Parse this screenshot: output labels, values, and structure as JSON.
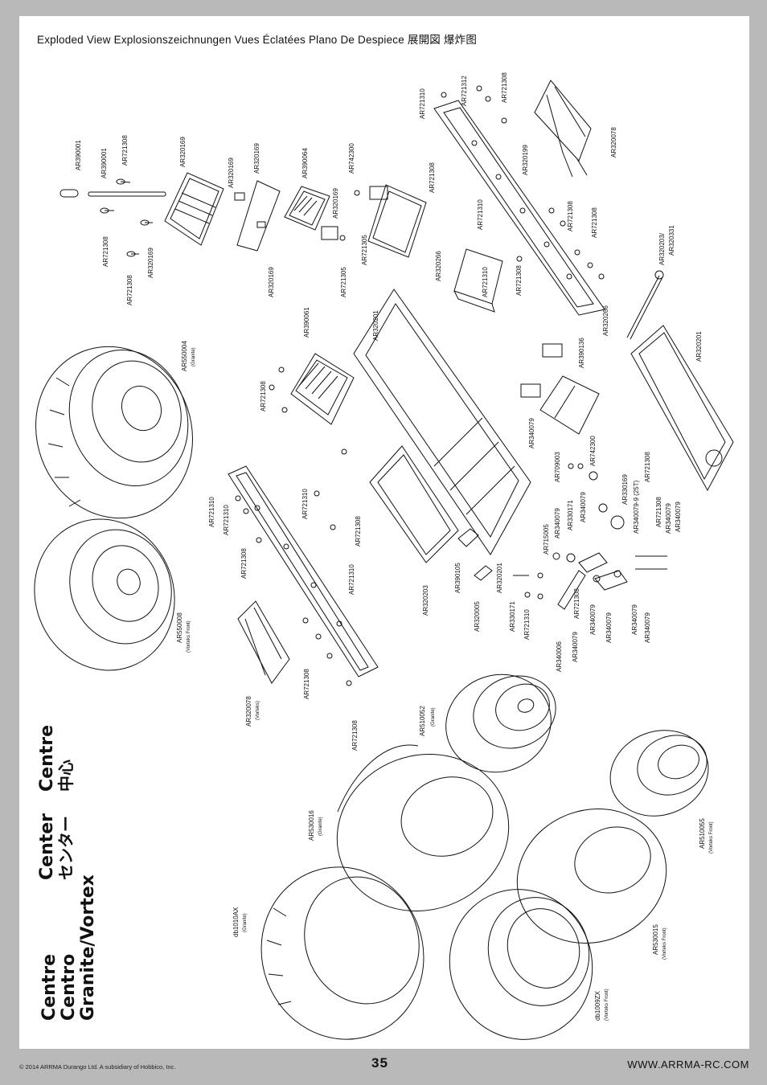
{
  "header": {
    "title": "Exploded View  Explosionszeichnungen  Vues Éclatées  Plano De Despiece  展開図  爆炸图"
  },
  "section": {
    "lines": [
      "Centre",
      "Centro",
      "Granite/Vortex",
      "Center",
      "センター",
      "Centre",
      "中心"
    ]
  },
  "parts": [
    {
      "id": "p1",
      "label": "AR390001"
    },
    {
      "id": "p2",
      "label": "AR390001"
    },
    {
      "id": "p3",
      "label": "AR721308"
    },
    {
      "id": "p4",
      "label": "AR320169"
    },
    {
      "id": "p5",
      "label": "AR320169"
    },
    {
      "id": "p6",
      "label": "AR320169"
    },
    {
      "id": "p7",
      "label": "AR390064"
    },
    {
      "id": "p8",
      "label": "AR320169"
    },
    {
      "id": "p9",
      "label": "AR742300"
    },
    {
      "id": "p10",
      "label": "AR320169"
    },
    {
      "id": "p11",
      "label": "AR721310"
    },
    {
      "id": "p12",
      "label": "AR721312"
    },
    {
      "id": "p13",
      "label": "AR721308"
    },
    {
      "id": "p14",
      "label": "AR320078"
    },
    {
      "id": "p15",
      "label": "AR320199"
    },
    {
      "id": "p16",
      "label": "AR721308"
    },
    {
      "id": "p17",
      "label": "AR721308"
    },
    {
      "id": "p18",
      "label": "AR721308"
    },
    {
      "id": "p19",
      "label": "AR721308"
    },
    {
      "id": "p20",
      "label": "AR320169"
    },
    {
      "id": "p21",
      "label": "AR721305"
    },
    {
      "id": "p22",
      "label": "AR721305"
    },
    {
      "id": "p23",
      "label": "AR320266"
    },
    {
      "id": "p24",
      "label": "AR721310"
    },
    {
      "id": "p25",
      "label": "AR721308"
    },
    {
      "id": "p26",
      "label": "AR721308"
    },
    {
      "id": "p27",
      "label": "AR721310"
    },
    {
      "id": "p28",
      "label": "AR320203/"
    },
    {
      "id": "p29",
      "label": "AR320331"
    },
    {
      "id": "p30",
      "label": "AR550004"
    },
    {
      "id": "p31",
      "label": "AR320201"
    },
    {
      "id": "p32",
      "label": "AR390061"
    },
    {
      "id": "p33",
      "label": "AR390136"
    },
    {
      "id": "p34",
      "label": "AR320266"
    },
    {
      "id": "p35",
      "label": "AR320201"
    },
    {
      "id": "p36",
      "label": "AR721308"
    },
    {
      "id": "p37",
      "label": "AR340079"
    },
    {
      "id": "p38",
      "label": "AR709003"
    },
    {
      "id": "p39",
      "label": "AR742300"
    },
    {
      "id": "p40",
      "label": "AR330169"
    },
    {
      "id": "p41",
      "label": "AR340079-9 (25T)"
    },
    {
      "id": "p42",
      "label": "AR721308"
    },
    {
      "id": "p43",
      "label": "AR721308"
    },
    {
      "id": "p44",
      "label": "AR340079"
    },
    {
      "id": "p45",
      "label": "AR340079"
    },
    {
      "id": "p46",
      "label": "AR721310"
    },
    {
      "id": "p47",
      "label": "AR721310"
    },
    {
      "id": "p48",
      "label": "AR721310"
    },
    {
      "id": "p49",
      "label": "AR721308"
    },
    {
      "id": "p50",
      "label": "AR721308"
    },
    {
      "id": "p51",
      "label": "AR721310"
    },
    {
      "id": "p52",
      "label": "AR550008"
    },
    {
      "id": "p53",
      "label": "AR715005"
    },
    {
      "id": "p54",
      "label": "AR330171"
    },
    {
      "id": "p55",
      "label": "AR340079"
    },
    {
      "id": "p56",
      "label": "AR340079"
    },
    {
      "id": "p57",
      "label": "AR340079"
    },
    {
      "id": "p58",
      "label": "AR340079"
    },
    {
      "id": "p59",
      "label": "AR340079"
    },
    {
      "id": "p60",
      "label": "AR340079"
    },
    {
      "id": "p61",
      "label": "AR390105"
    },
    {
      "id": "p62",
      "label": "AR320201"
    },
    {
      "id": "p63",
      "label": "AR320203"
    },
    {
      "id": "p64",
      "label": "AR320005"
    },
    {
      "id": "p65",
      "label": "AR721310"
    },
    {
      "id": "p66",
      "label": "AR330171"
    },
    {
      "id": "p67",
      "label": "AR340006"
    },
    {
      "id": "p68",
      "label": "AR340079"
    },
    {
      "id": "p69",
      "label": "AR721308"
    },
    {
      "id": "p70",
      "label": "AR721308"
    },
    {
      "id": "p71",
      "label": "AR320078"
    },
    {
      "id": "p72",
      "label": "AR721308"
    },
    {
      "id": "p73",
      "label": "AR510052"
    },
    {
      "id": "p74",
      "label": "AR530016"
    },
    {
      "id": "p75",
      "label": "AR510055"
    },
    {
      "id": "p76",
      "label": "db1010AX"
    },
    {
      "id": "p77",
      "label": "AR530015"
    },
    {
      "id": "p78",
      "label": "db1009ZX"
    }
  ],
  "sublabels": {
    "granite": "(Granite)",
    "vorteks": "(Vorteks)",
    "vorteks_front": "(Vorteks Front)"
  },
  "footer": {
    "copyright": "© 2014 ARRMA Durango Ltd. A subsidiary of Hobbico, Inc.",
    "page_number": "35",
    "website": "WWW.ARRMA-RC.COM"
  }
}
